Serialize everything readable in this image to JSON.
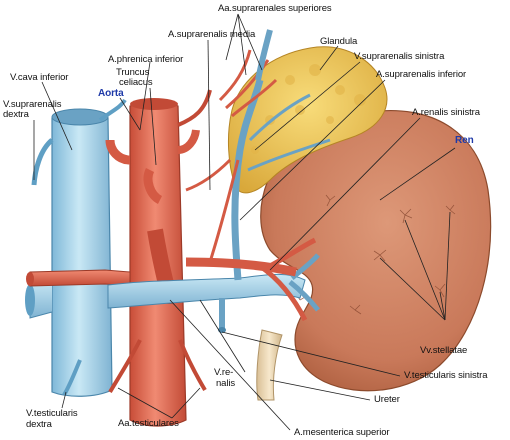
{
  "labels": {
    "aa_suprarenales_superiores": "Aa.suprarenales superiores",
    "a_suprarenalis_media": "A.suprarenalis media",
    "glandula": "Glandula",
    "v_cava_inferior": "V.cava inferior",
    "a_phrenica_inferior": "A.phrenica inferior",
    "truncus_coeliacus_1": "Truncus",
    "truncus_coeliacus_2": "celiacus",
    "v_suprarenalis_sinistra": "V.suprarenalis sinistra",
    "a_suprarenalis_inferior": "A.suprarenalis inferior",
    "v_suprarenalis_dextra_1": "V.suprarenalis",
    "v_suprarenalis_dextra_2": "dextra",
    "aorta": "Aorta",
    "a_renalis_sinistra": "A.renalis sinistra",
    "ren": "Ren",
    "vv_stellatae": "Vv.stellatae",
    "v_renalis_1": "V.re-",
    "v_renalis_2": "nalis",
    "v_testicularis_sinistra": "V.testicularis sinistra",
    "ureter": "Ureter",
    "v_testicularis_dextra_1": "V.testicularis",
    "v_testicularis_dextra_2": "dextra",
    "aa_testiculares": "Aa.testiculares",
    "a_mesenterica_superior": "A.mesenterica superior"
  },
  "colors": {
    "vein": "#a9d6ea",
    "vein_dark": "#5f9fc4",
    "artery": "#e8705a",
    "artery_dark": "#b8402e",
    "kidney": "#d98a6a",
    "kidney_dark": "#b0623f",
    "gland": "#f0c65a",
    "gland_dark": "#c99a2c",
    "ureter": "#f2dcb8"
  }
}
